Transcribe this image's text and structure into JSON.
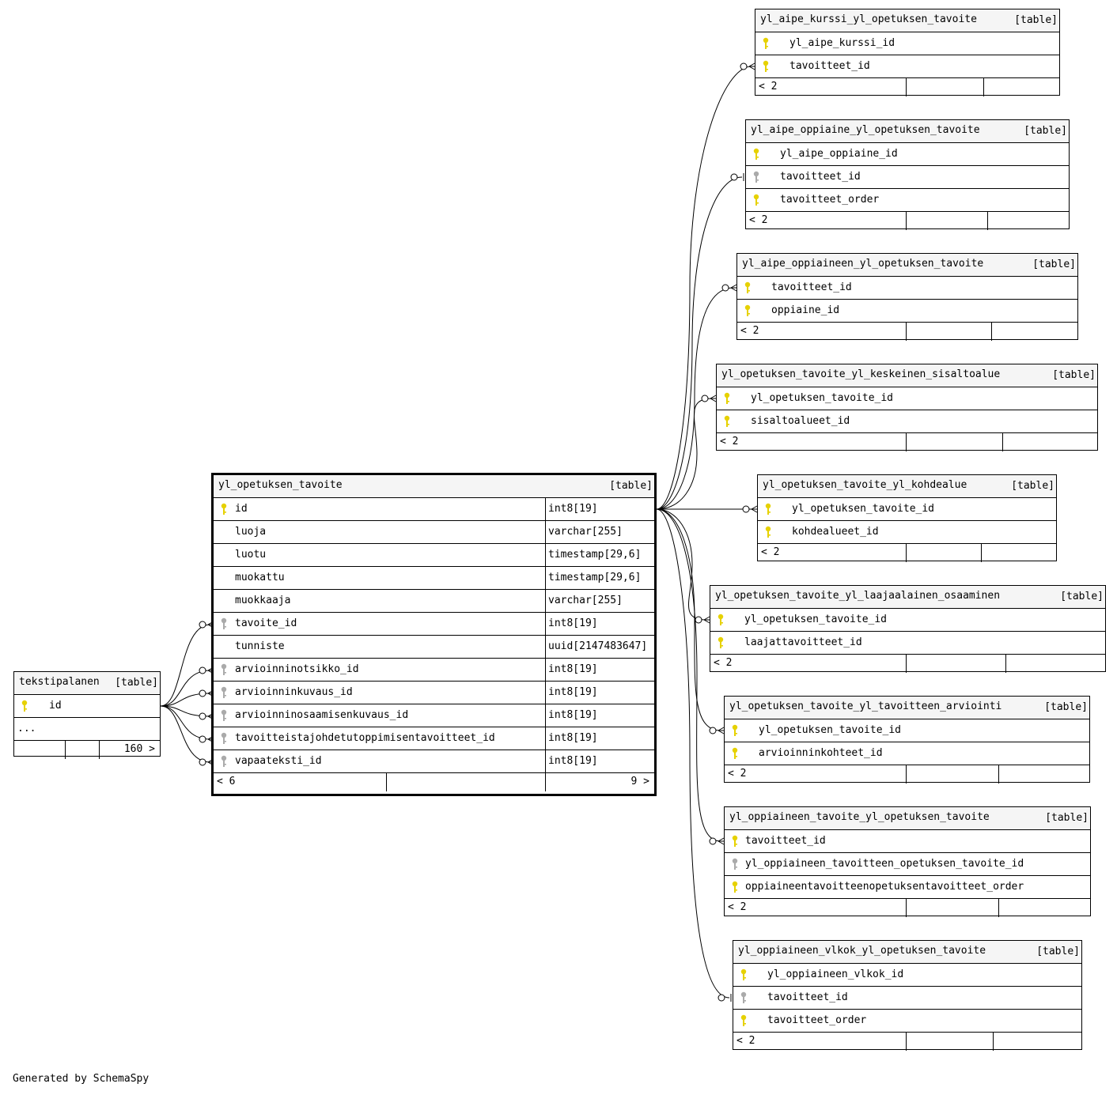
{
  "footer": "Generated by SchemaSpy",
  "colors": {
    "pk_key": "#e6d100",
    "fk_key": "#aaaaaa",
    "header_bg": "#f5f5f5"
  },
  "main_table": {
    "name": "yl_opetuksen_tavoite",
    "type": "[table]",
    "columns": [
      {
        "name": "id",
        "type": "int8[19]",
        "key": "pk"
      },
      {
        "name": "luoja",
        "type": "varchar[255]",
        "key": ""
      },
      {
        "name": "luotu",
        "type": "timestamp[29,6]",
        "key": ""
      },
      {
        "name": "muokattu",
        "type": "timestamp[29,6]",
        "key": ""
      },
      {
        "name": "muokkaaja",
        "type": "varchar[255]",
        "key": ""
      },
      {
        "name": "tavoite_id",
        "type": "int8[19]",
        "key": "fk"
      },
      {
        "name": "tunniste",
        "type": "uuid[2147483647]",
        "key": ""
      },
      {
        "name": "arvioinninotsikko_id",
        "type": "int8[19]",
        "key": "fk"
      },
      {
        "name": "arvioinninkuvaus_id",
        "type": "int8[19]",
        "key": "fk"
      },
      {
        "name": "arvioinninosaamisenkuvaus_id",
        "type": "int8[19]",
        "key": "fk"
      },
      {
        "name": "tavoitteistajohdetutoppimisentavoitteet_id",
        "type": "int8[19]",
        "key": "fk"
      },
      {
        "name": "vapaateksti_id",
        "type": "int8[19]",
        "key": "fk"
      }
    ],
    "footer_left": "< 6",
    "footer_right": "9 >"
  },
  "left_table": {
    "name": "tekstipalanen",
    "type": "[table]",
    "columns": [
      {
        "name": "id",
        "key": "pk"
      },
      {
        "name": "...",
        "key": ""
      }
    ],
    "footer_right": "160 >"
  },
  "right_tables": [
    {
      "name": "yl_aipe_kurssi_yl_opetuksen_tavoite",
      "type": "[table]",
      "columns": [
        {
          "name": "yl_aipe_kurssi_id",
          "key": "pk"
        },
        {
          "name": "tavoitteet_id",
          "key": "pk"
        }
      ],
      "footer_left": "< 2"
    },
    {
      "name": "yl_aipe_oppiaine_yl_opetuksen_tavoite",
      "type": "[table]",
      "columns": [
        {
          "name": "yl_aipe_oppiaine_id",
          "key": "pk"
        },
        {
          "name": "tavoitteet_id",
          "key": "fk"
        },
        {
          "name": "tavoitteet_order",
          "key": "pk"
        }
      ],
      "footer_left": "< 2"
    },
    {
      "name": "yl_aipe_oppiaineen_yl_opetuksen_tavoite",
      "type": "[table]",
      "columns": [
        {
          "name": "tavoitteet_id",
          "key": "pk"
        },
        {
          "name": "oppiaine_id",
          "key": "pk"
        }
      ],
      "footer_left": "< 2"
    },
    {
      "name": "yl_opetuksen_tavoite_yl_keskeinen_sisaltoalue",
      "type": "[table]",
      "columns": [
        {
          "name": "yl_opetuksen_tavoite_id",
          "key": "pk"
        },
        {
          "name": "sisaltoalueet_id",
          "key": "pk"
        }
      ],
      "footer_left": "< 2"
    },
    {
      "name": "yl_opetuksen_tavoite_yl_kohdealue",
      "type": "[table]",
      "columns": [
        {
          "name": "yl_opetuksen_tavoite_id",
          "key": "pk"
        },
        {
          "name": "kohdealueet_id",
          "key": "pk"
        }
      ],
      "footer_left": "< 2"
    },
    {
      "name": "yl_opetuksen_tavoite_yl_laajaalainen_osaaminen",
      "type": "[table]",
      "columns": [
        {
          "name": "yl_opetuksen_tavoite_id",
          "key": "pk"
        },
        {
          "name": "laajattavoitteet_id",
          "key": "pk"
        }
      ],
      "footer_left": "< 2"
    },
    {
      "name": "yl_opetuksen_tavoite_yl_tavoitteen_arviointi",
      "type": "[table]",
      "columns": [
        {
          "name": "yl_opetuksen_tavoite_id",
          "key": "pk"
        },
        {
          "name": "arvioinninkohteet_id",
          "key": "pk"
        }
      ],
      "footer_left": "< 2"
    },
    {
      "name": "yl_oppiaineen_tavoite_yl_opetuksen_tavoite",
      "type": "[table]",
      "columns": [
        {
          "name": "tavoitteet_id",
          "key": "pk"
        },
        {
          "name": "yl_oppiaineen_tavoitteen_opetuksen_tavoite_id",
          "key": "fk"
        },
        {
          "name": "oppiaineentavoitteenopetuksentavoitteet_order",
          "key": "pk"
        }
      ],
      "footer_left": "< 2"
    },
    {
      "name": "yl_oppiaineen_vlkok_yl_opetuksen_tavoite",
      "type": "[table]",
      "columns": [
        {
          "name": "yl_oppiaineen_vlkok_id",
          "key": "pk"
        },
        {
          "name": "tavoitteet_id",
          "key": "fk"
        },
        {
          "name": "tavoitteet_order",
          "key": "pk"
        }
      ],
      "footer_left": "< 2"
    }
  ]
}
